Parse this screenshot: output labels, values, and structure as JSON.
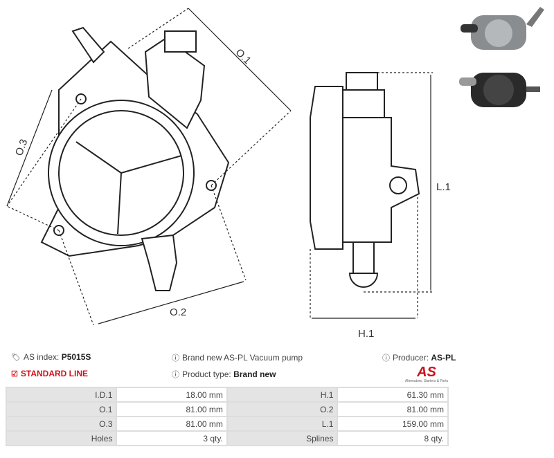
{
  "diagram": {
    "labels": {
      "o1": "O.1",
      "o2": "O.2",
      "o3": "O.3",
      "h1": "H.1",
      "l1": "L.1"
    }
  },
  "info": {
    "as_index_label": "AS index:",
    "as_index_value": "P5015S",
    "line": "STANDARD LINE",
    "description": "Brand new AS-PL Vacuum pump",
    "product_type_label": "Product type:",
    "product_type_value": "Brand new",
    "producer_label": "Producer:",
    "producer_value": "AS-PL",
    "logo_text": "AS",
    "logo_tagline": "Alternators, Starters & Parts"
  },
  "colors": {
    "accent": "#d0121a",
    "table_key_bg": "#e4e4e4"
  },
  "specs": [
    [
      {
        "k": "I.D.1",
        "v": "18.00 mm"
      },
      {
        "k": "H.1",
        "v": "61.30 mm"
      }
    ],
    [
      {
        "k": "O.1",
        "v": "81.00 mm"
      },
      {
        "k": "O.2",
        "v": "81.00 mm"
      }
    ],
    [
      {
        "k": "O.3",
        "v": "81.00 mm"
      },
      {
        "k": "L.1",
        "v": "159.00 mm"
      }
    ],
    [
      {
        "k": "Holes",
        "v": "3 qty."
      },
      {
        "k": "Splines",
        "v": "8 qty."
      }
    ]
  ]
}
